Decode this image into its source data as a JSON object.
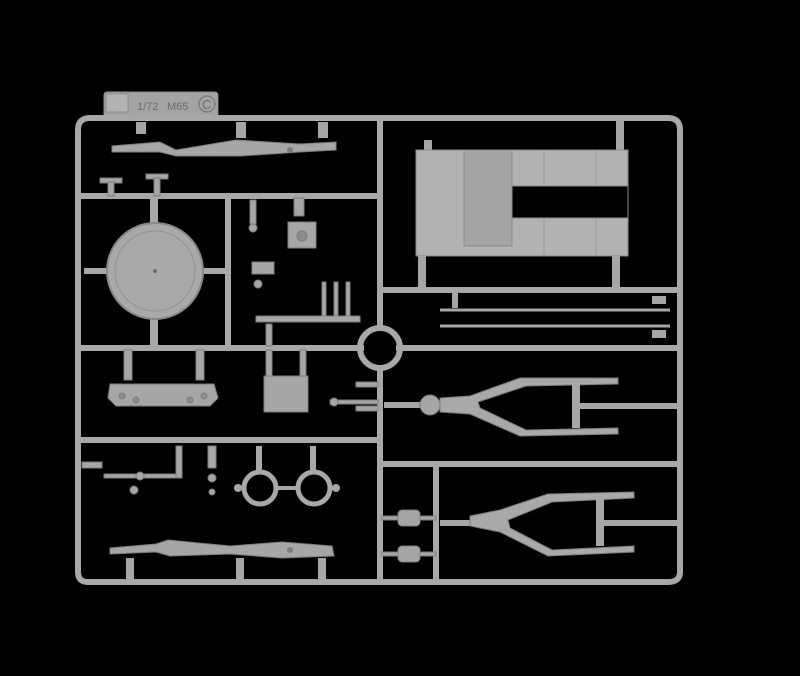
{
  "sprue": {
    "scale_label": "1/72",
    "kit_label": "M65",
    "letter": "C"
  },
  "colors": {
    "background": "#000000",
    "plastic": "#a9a9a9",
    "plastic_light": "#bdbdbd",
    "plastic_dark": "#8a8a8a"
  }
}
